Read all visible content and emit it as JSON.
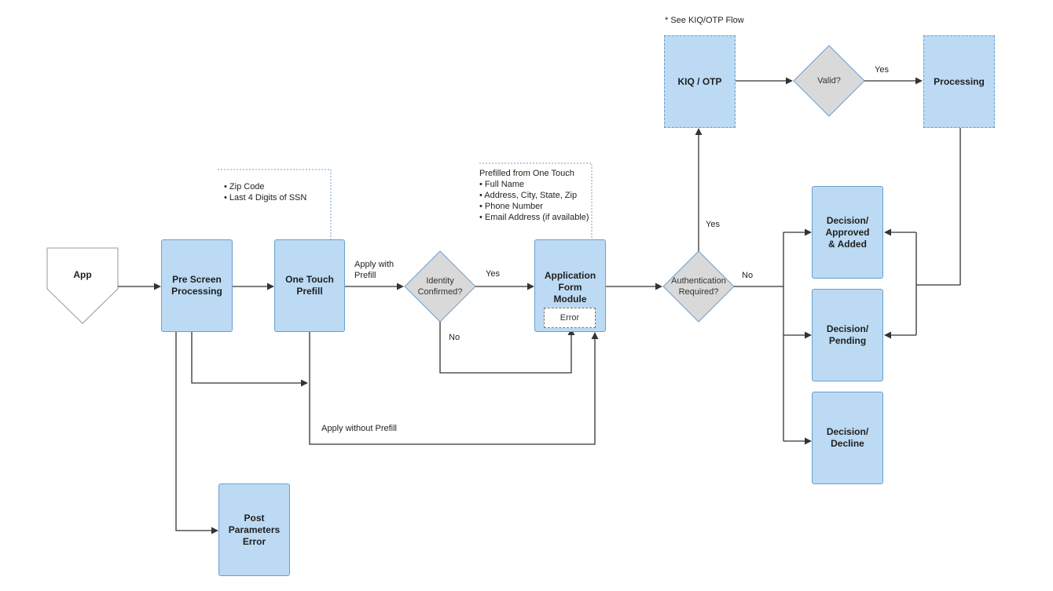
{
  "top_note": "* See KIQ/OTP Flow",
  "nodes": {
    "app": "App",
    "pre_screen": "Pre Screen\nProcessing",
    "one_touch": "One Touch\nPrefill",
    "identity": "Identity\nConfirmed?",
    "application_form": "Application\nForm\nModule",
    "error": "Error",
    "authentication": "Authentication\nRequired?",
    "kiq_otp": "KIQ / OTP",
    "valid": "Valid?",
    "processing": "Processing",
    "approved": "Decision/\nApproved\n& Added",
    "pending": "Decision/\nPending",
    "decline": "Decision/\nDecline",
    "post_params": "Post\nParameters\nError"
  },
  "edge_labels": {
    "apply_with": "Apply with",
    "prefill": "Prefill",
    "yes_identity": "Yes",
    "no_identity": "No",
    "yes_auth": "Yes",
    "no_auth": "No",
    "yes_valid": "Yes",
    "apply_without": "Apply without Prefill"
  },
  "notes": {
    "one_touch_items": [
      "• Zip Code",
      "• Last 4 Digits of SSN"
    ],
    "prefilled_title": "Prefilled from One Touch",
    "prefilled_items": [
      "• Full Name",
      "• Address, City, State, Zip",
      "• Phone Number",
      "• Email Address (if available)"
    ]
  },
  "colors": {
    "box_fill": "#bcdaf3",
    "box_border": "#6a9fd0",
    "diamond_fill": "#d9d9d9",
    "line": "#333333"
  }
}
